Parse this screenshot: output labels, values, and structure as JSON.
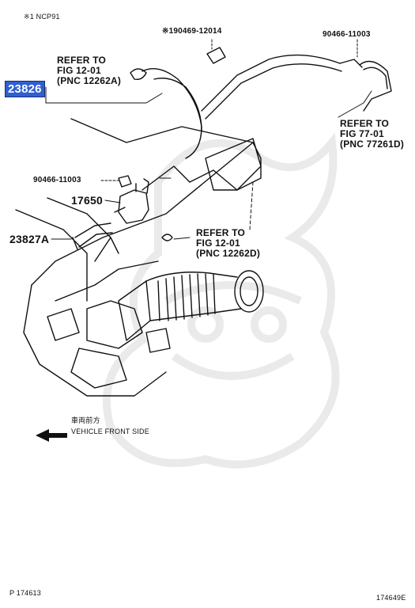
{
  "note_top": "※1 NCP91",
  "parts": {
    "p1": "※190469-12014",
    "p2": "90466-11003",
    "p3": "90466-11003",
    "p4": "17650",
    "p5": "23827A",
    "highlight": "23826"
  },
  "refs": {
    "ref1": [
      "REFER TO",
      "FIG 12-01",
      "(PNC 12262A)"
    ],
    "ref2": [
      "REFER TO",
      "FIG 77-01",
      "(PNC 77261D)"
    ],
    "ref3": [
      "REFER TO",
      "FIG 12-01",
      "(PNC 12262D)"
    ]
  },
  "front": {
    "jp": "車両前方",
    "en": "VEHICLE FRONT SIDE"
  },
  "footer": {
    "left": "P 174613",
    "right": "174649E"
  },
  "colors": {
    "highlight": "#2f5fd0",
    "line": "#111111"
  }
}
